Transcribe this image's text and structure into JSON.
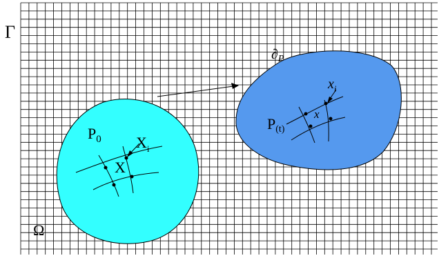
{
  "labels": {
    "gamma": "Γ",
    "omega": "Ω",
    "p0_main": "P",
    "p0_sub": "0",
    "bigX_main": "X",
    "bigX_sub": "i",
    "bigX2": "X",
    "boundary_partial": "∂",
    "boundary_p": "P",
    "small_x_main": "x",
    "small_x_sub": "i",
    "small_x2": "x",
    "pt_main": "P",
    "pt_sub": "(t)"
  },
  "colors": {
    "reference_body": "#33ffff",
    "deformed_body": "#5599ee",
    "grid": "#000000"
  }
}
